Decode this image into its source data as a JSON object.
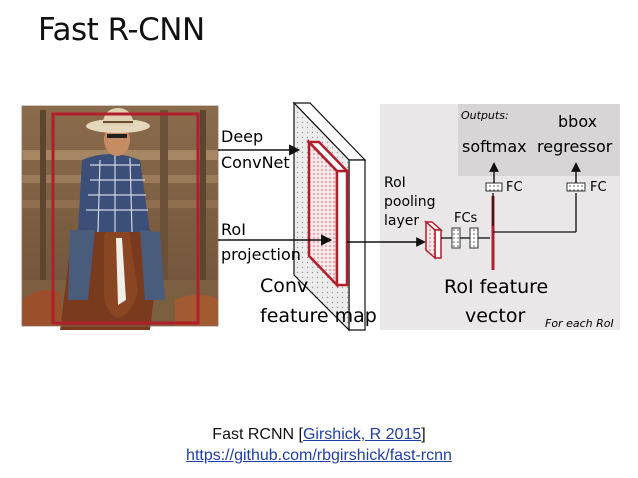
{
  "slide": {
    "title": "Fast R-CNN"
  },
  "diagram": {
    "labels": {
      "deep_convnet_1": "Deep",
      "deep_convnet_2": "ConvNet",
      "roi_proj_1": "RoI",
      "roi_proj_2": "projection",
      "conv_map_1": "Conv",
      "conv_map_2": "feature map",
      "roi_pool_1": "RoI",
      "roi_pool_2": "pooling",
      "roi_pool_3": "layer",
      "fcs": "FCs",
      "fc_left": "FC",
      "fc_right": "FC",
      "outputs": "Outputs:",
      "softmax": "softmax",
      "bbox_1": "bbox",
      "bbox_2": "regressor",
      "roi_vec_1": "RoI feature",
      "roi_vec_2": "vector",
      "for_each": "For each RoI"
    },
    "colors": {
      "red": "#b11f2d",
      "panel_gray": "#e8e6e6",
      "outputs_gray": "#d6d4d4",
      "map_dots": "#d8d8d8"
    }
  },
  "footer": {
    "prefix": "Fast RCNN [",
    "citation": "Girshick, R  2015",
    "suffix": "]",
    "url": "https://github.com/rbgirshick/fast-rcnn"
  }
}
